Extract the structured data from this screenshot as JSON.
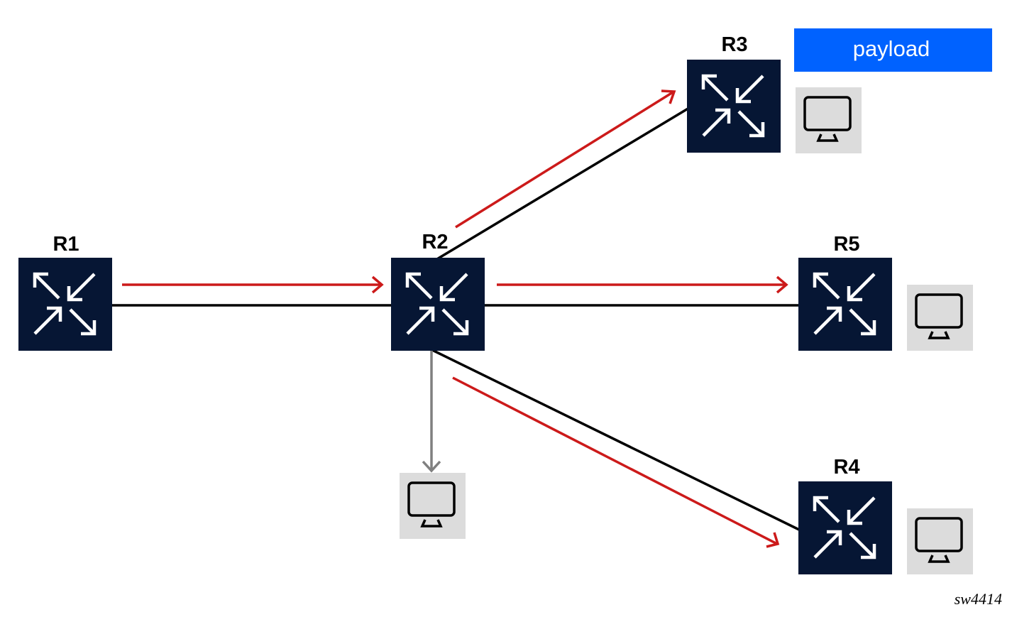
{
  "diagram": {
    "type": "network-topology",
    "colors": {
      "router_fill": "#061634",
      "router_icon": "#ffffff",
      "link": "#000000",
      "flow": "#cc1a1a",
      "local_delivery": "#808080",
      "host_bg": "#dcdcdc",
      "host_icon": "#000000",
      "payload_bg": "#0062ff",
      "payload_text": "#ffffff"
    },
    "routers": [
      {
        "id": "R1",
        "label": "R1",
        "icon": "router-arrows-icon"
      },
      {
        "id": "R2",
        "label": "R2",
        "icon": "router-arrows-icon"
      },
      {
        "id": "R3",
        "label": "R3",
        "icon": "router-arrows-icon"
      },
      {
        "id": "R5",
        "label": "R5",
        "icon": "router-arrows-icon"
      },
      {
        "id": "R4",
        "label": "R4",
        "icon": "router-arrows-icon"
      }
    ],
    "hosts": [
      {
        "id": "host-R3",
        "attached_to": "R3",
        "icon": "monitor-icon"
      },
      {
        "id": "host-R5",
        "attached_to": "R5",
        "icon": "monitor-icon"
      },
      {
        "id": "host-R4",
        "attached_to": "R4",
        "icon": "monitor-icon"
      },
      {
        "id": "host-R2",
        "attached_to": "R2",
        "icon": "monitor-icon"
      }
    ],
    "links": [
      {
        "from": "R1",
        "to": "R2"
      },
      {
        "from": "R2",
        "to": "R3"
      },
      {
        "from": "R2",
        "to": "R5"
      },
      {
        "from": "R2",
        "to": "R4"
      }
    ],
    "flows": [
      {
        "from": "R1",
        "to": "R2",
        "kind": "forwarded"
      },
      {
        "from": "R2",
        "to": "R3",
        "kind": "forwarded"
      },
      {
        "from": "R2",
        "to": "R5",
        "kind": "forwarded"
      },
      {
        "from": "R2",
        "to": "R4",
        "kind": "forwarded"
      },
      {
        "from": "R2",
        "to": "host-R2",
        "kind": "local-delivery"
      }
    ],
    "payload_label": "payload",
    "figure_id": "sw4414"
  }
}
